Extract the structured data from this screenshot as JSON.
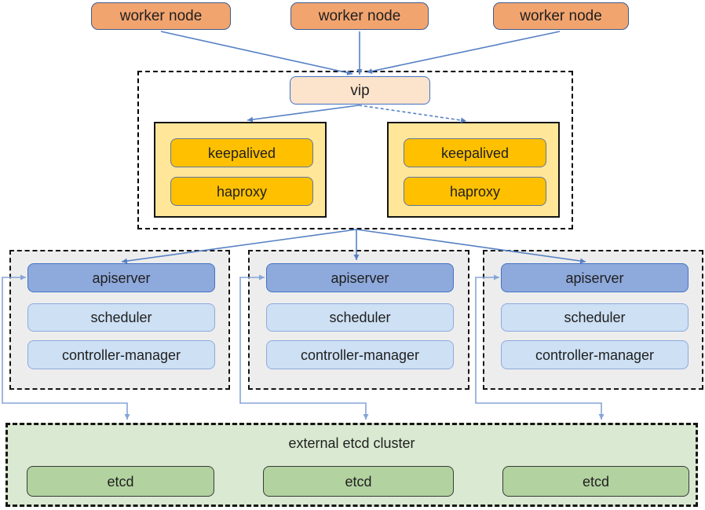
{
  "diagram": {
    "worker_nodes": [
      "worker node",
      "worker node",
      "worker node"
    ],
    "vip_label": "vip",
    "lb_nodes": [
      {
        "services": [
          "keepalived",
          "haproxy"
        ]
      },
      {
        "services": [
          "keepalived",
          "haproxy"
        ]
      }
    ],
    "master_nodes": [
      {
        "components": [
          "apiserver",
          "scheduler",
          "controller-manager"
        ]
      },
      {
        "components": [
          "apiserver",
          "scheduler",
          "controller-manager"
        ]
      },
      {
        "components": [
          "apiserver",
          "scheduler",
          "controller-manager"
        ]
      }
    ],
    "etcd_cluster": {
      "title": "external etcd cluster",
      "nodes": [
        "etcd",
        "etcd",
        "etcd"
      ]
    }
  },
  "colors": {
    "arrow_main": "#5580c4",
    "arrow_elbow": "#85a5d8",
    "worker_fill": "#f2a46f",
    "worker_border": "#3d5c8f",
    "vip_fill": "#fbe3cc",
    "vip_border": "#4472c4",
    "lb_container_fill": "#ffe699",
    "lb_container_border": "#141414",
    "service_fill": "#ffc000",
    "service_border": "#64779b",
    "group_fill": "#ededed",
    "group_border": "#141414",
    "apiserver_fill": "#8ea9dc",
    "apiserver_border": "#4472c4",
    "component_fill": "#cde0f4",
    "component_border": "#8faadc",
    "etcd_cluster_fill": "#dae9d1",
    "etcd_cluster_border": "#141414",
    "etcd_fill": "#b2d2a0",
    "etcd_border": "#3a3a3a",
    "text": "#1f1f1f"
  }
}
